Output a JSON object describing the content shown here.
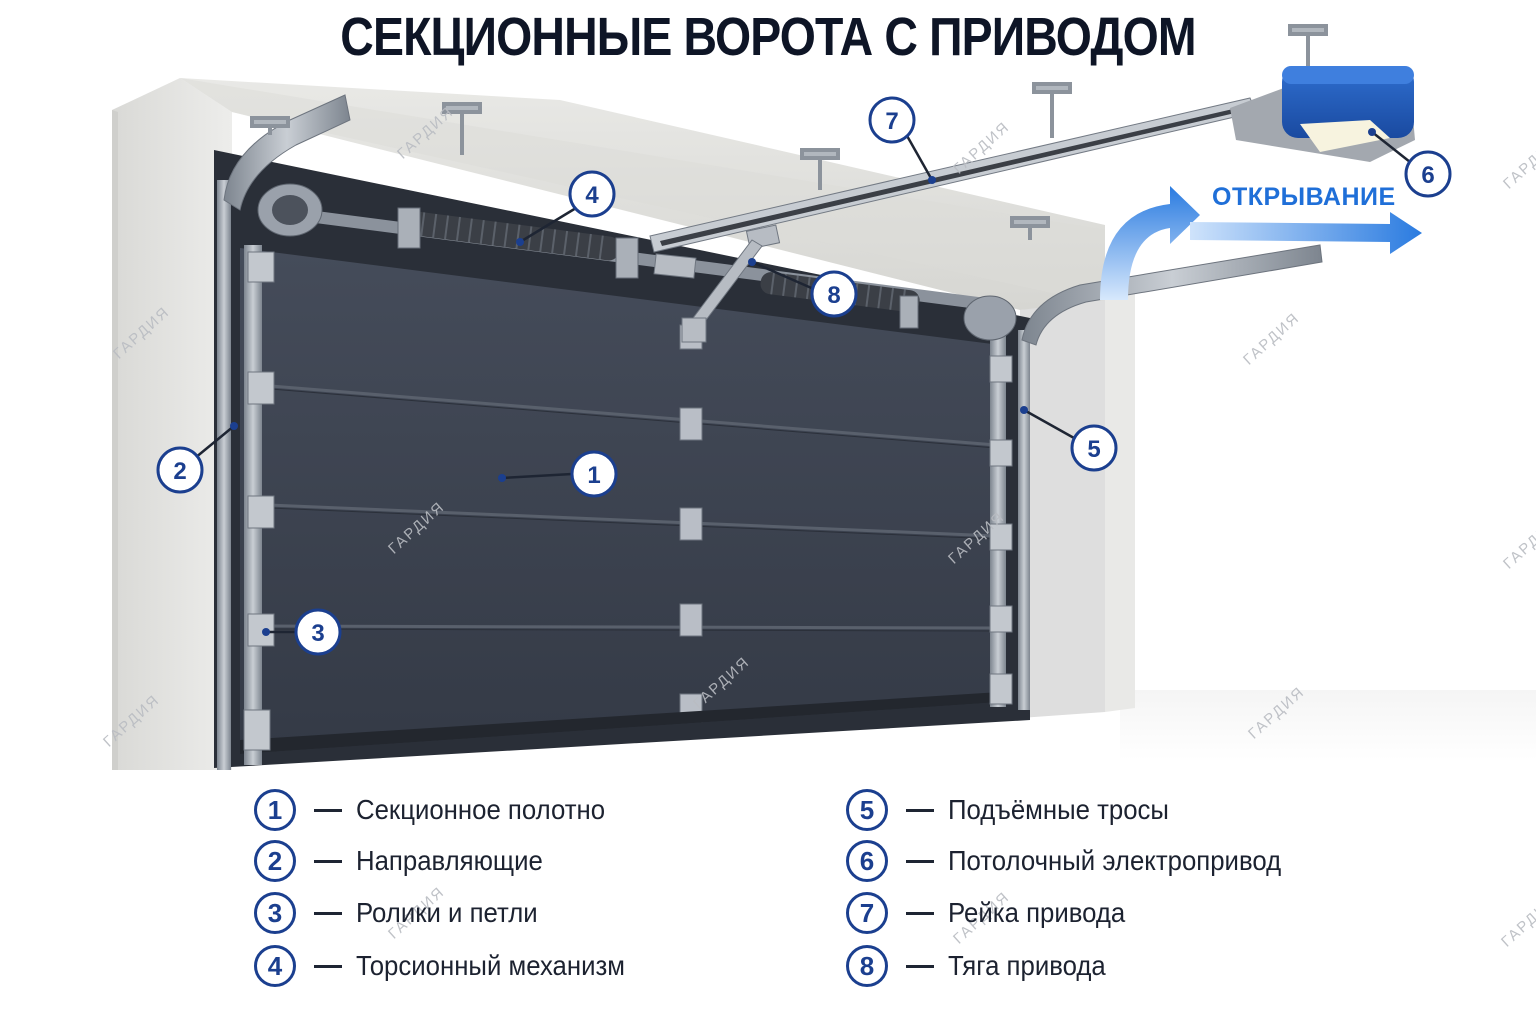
{
  "title": "СЕКЦИОННЫЕ ВОРОТА С ПРИВОДОМ",
  "direction_label": "ОТКРЫВАНИЕ",
  "watermark": "ГАРДИЯ",
  "colors": {
    "accent": "#1b3f8f",
    "arrow": "#1f6fd8",
    "panel": "#3b4250",
    "wall": "#e4e4e2",
    "rail": "#9aa2ac",
    "motor": "#1f5bb8"
  },
  "callouts": [
    {
      "num": "1",
      "label": "Секционное полотно"
    },
    {
      "num": "2",
      "label": "Направляющие"
    },
    {
      "num": "3",
      "label": "Ролики и петли"
    },
    {
      "num": "4",
      "label": "Торсионный механизм"
    },
    {
      "num": "5",
      "label": "Подъёмные тросы"
    },
    {
      "num": "6",
      "label": "Потолочный электропривод"
    },
    {
      "num": "7",
      "label": "Рейка привода"
    },
    {
      "num": "8",
      "label": "Тяга привода"
    }
  ]
}
